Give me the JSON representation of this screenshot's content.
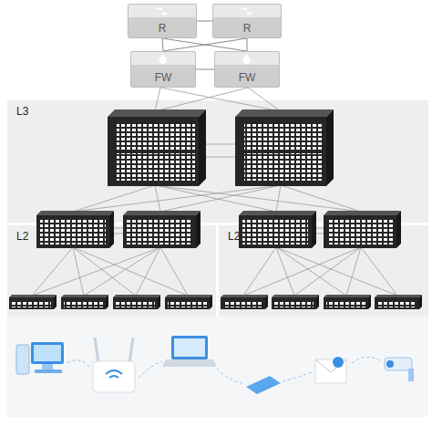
{
  "diagram": {
    "nodes": [
      {
        "text": [
          "R"
        ]
      },
      {
        "text": [
          "R"
        ]
      },
      {
        "text": [
          "FW"
        ]
      },
      {
        "text": [
          "FW"
        ]
      },
      {
        "text": [
          "L3"
        ]
      },
      {
        "text": [
          "L2"
        ]
      },
      {
        "text": [
          "L2"
        ]
      }
    ],
    "edges": [
      {
        "from": 0,
        "to": 1,
        "arrow": "none"
      },
      {
        "from": 0,
        "to": 2,
        "arrow": "none"
      },
      {
        "from": 0,
        "to": 3,
        "arrow": "none"
      },
      {
        "from": 1,
        "to": 2,
        "arrow": "none"
      },
      {
        "from": 1,
        "to": 3,
        "arrow": "none"
      },
      {
        "from": 2,
        "to": 3,
        "arrow": "none"
      }
    ]
  }
}
